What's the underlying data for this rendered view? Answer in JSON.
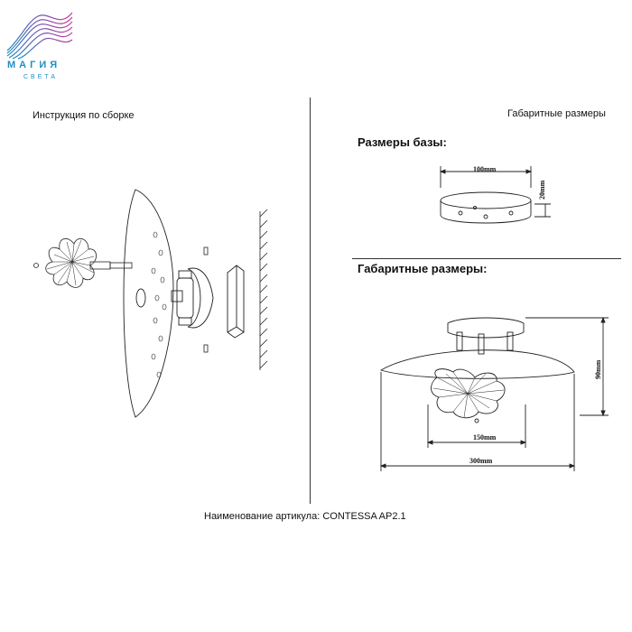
{
  "brand": {
    "name": "МАГИЯ",
    "tagline": "СВЕТА"
  },
  "left_panel": {
    "title": "Инструкция по сборке"
  },
  "right_panel": {
    "title": "Габаритные размеры",
    "base_heading": "Размеры базы:",
    "overall_heading": "Габаритные размеры:"
  },
  "dimensions": {
    "base_width": "100mm",
    "base_height": "20mm",
    "total_height": "90mm",
    "shade_width": "150mm",
    "disc_width": "300mm"
  },
  "footer": {
    "article_label": "Наименование артикула: CONTESSA AP2.1"
  },
  "colors": {
    "logo_primary": "#1f8fc4",
    "logo_accent": "#c1399a",
    "line": "#222222"
  },
  "icons": [
    "wave-logo-icon",
    "wall-hatch-icon",
    "screw-icon",
    "mounting-bracket-icon",
    "leaf-shade-icon"
  ]
}
